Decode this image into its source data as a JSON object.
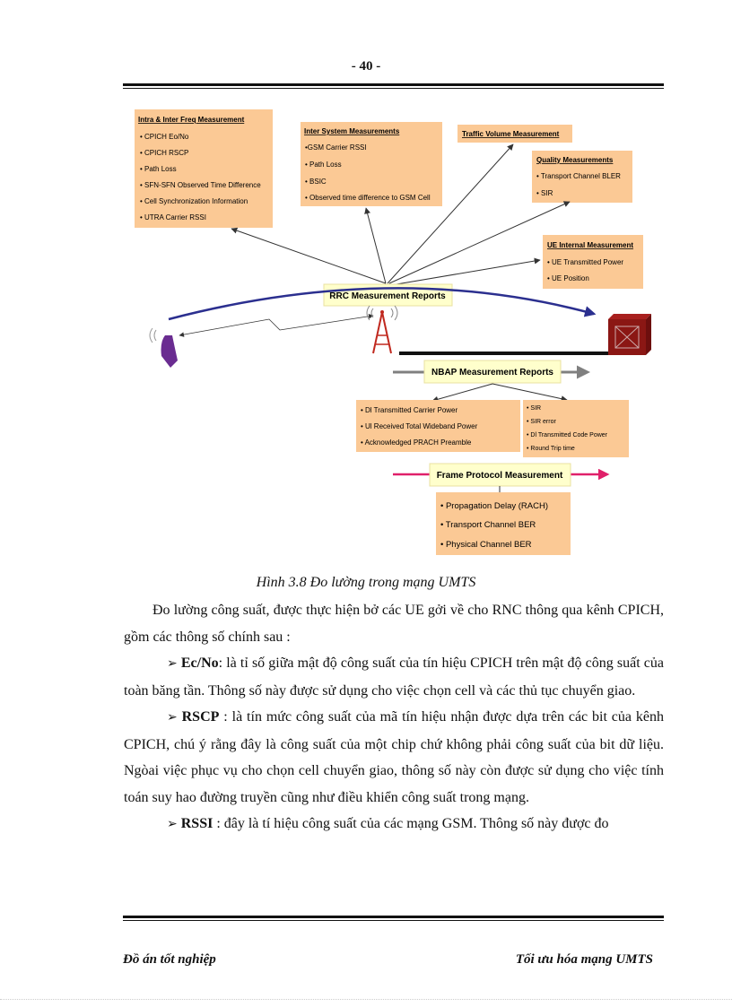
{
  "page_number": "- 40 -",
  "diagram": {
    "intra_inter": {
      "title": "Intra & Inter Freq Measurement",
      "items": [
        "• CPICH Eo/No",
        "• CPICH RSCP",
        "• Path Loss",
        "• SFN-SFN Observed Time Difference",
        "• Cell Synchronization Information",
        "• UTRA Carrier RSSI"
      ]
    },
    "inter_system": {
      "title": "Inter System Measurements",
      "items": [
        "•GSM Carrier RSSI",
        "• Path Loss",
        "• BSIC",
        "• Observed time difference to GSM Cell"
      ]
    },
    "traffic_volume": {
      "title": "Traffic Volume Measurement"
    },
    "quality": {
      "title": "Quality Measurements",
      "items": [
        "• Transport Channel BLER",
        "• SIR"
      ]
    },
    "ue_internal": {
      "title": "UE Internal Measurement",
      "items": [
        "• UE Transmitted Power",
        "• UE Position"
      ]
    },
    "rrc_label": "RRC Measurement Reports",
    "nbap_label": "NBAP Measurement Reports",
    "nbap_left": {
      "items": [
        "• Dl Transmitted Carrier Power",
        "• Ul Received Total Wideband Power",
        "• Acknowledged PRACH Preamble"
      ]
    },
    "nbap_right": {
      "items": [
        "• SIR",
        "• SIR error",
        "• Dl Transmitted Code Power",
        "• Round Trip time"
      ]
    },
    "frame_label": "Frame Protocol Measurement",
    "frame_items": [
      "• Propagation Delay (RACH)",
      "• Transport Channel BER",
      "• Physical Channel BER"
    ],
    "colors": {
      "box_fill": "#fbc995",
      "label_fill": "#ffffcc",
      "rrc_arrow": "#2b2f8f",
      "frame_arrow": "#e0206a",
      "nbap_arrow": "#808080"
    }
  },
  "caption": "Hình 3.8  Đo lường trong mạng UMTS",
  "paragraphs": {
    "p1": "Đo lường công suất, được thực hiện bở các UE gởi về cho RNC thông qua kênh CPICH, gồm các thông số chính sau :",
    "b1_term": "Ec/No",
    "b1_text": ": là tỉ số giữa mật độ công suất của tín hiệu CPICH trên mật độ công suất của toàn băng tần. Thông số này được sử dụng cho việc chọn cell và các thủ tục chuyển giao.",
    "b2_term": "RSCP",
    "b2_text": " : là tín mức công suất của mã tín hiệu nhận được dựa trên các bit của kênh CPICH, chú ý rằng đây là công suất của một chip chứ không phải công suất của bit dữ liệu. Ngòai việc phục vụ cho chọn cell chuyển giao, thông số này còn được sử dụng cho việc tính toán suy hao đường truyền cũng như điều khiển công suất trong mạng.",
    "b3_term": "RSSI",
    "b3_text": " : đây là tí hiệu công suất của các mạng GSM. Thông số này được đo",
    "bullet_symbol": "➢"
  },
  "footer": {
    "left": "Đồ án tốt nghiệp",
    "right": "Tối ưu hóa mạng UMTS"
  }
}
